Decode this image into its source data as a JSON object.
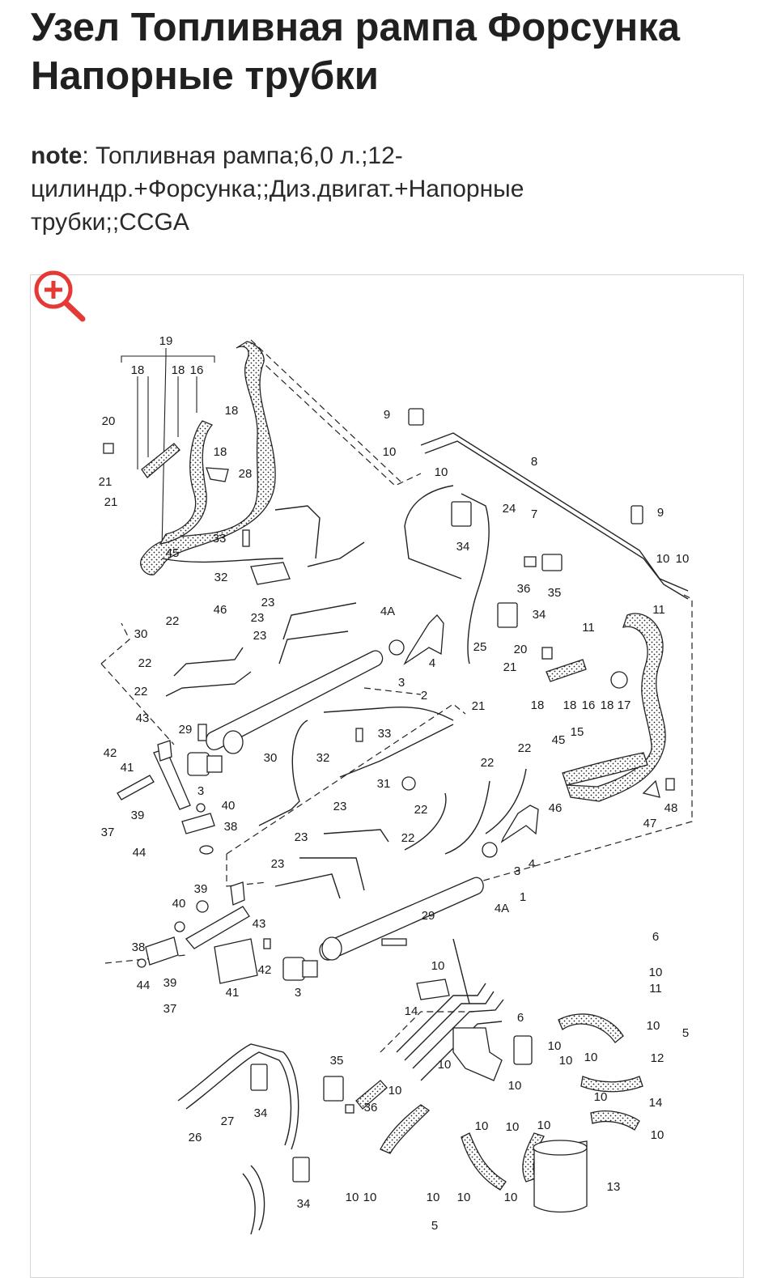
{
  "page": {
    "title": "Узел Топливная рампа Форсунка Напорные трубки",
    "note_label": "note",
    "note_text": ": Топливная рампа;6,0 л.;12-цилиндр.+Форсунка;;Диз.двигат.+Напорные трубки;;CCGA"
  },
  "zoom_icon": {
    "icon": "zoom-in-icon",
    "color": "#e53935"
  },
  "diagram": {
    "callouts": [
      {
        "t": "19"
      },
      {
        "t": "18"
      },
      {
        "t": "18"
      },
      {
        "t": "16"
      },
      {
        "t": "18"
      },
      {
        "t": "18"
      },
      {
        "t": "20"
      },
      {
        "t": "21"
      },
      {
        "t": "21"
      },
      {
        "t": "28"
      },
      {
        "t": "9"
      },
      {
        "t": "10"
      },
      {
        "t": "10"
      },
      {
        "t": "8"
      },
      {
        "t": "7"
      },
      {
        "t": "24"
      },
      {
        "t": "9"
      },
      {
        "t": "34"
      },
      {
        "t": "33"
      },
      {
        "t": "45"
      },
      {
        "t": "32"
      },
      {
        "t": "36"
      },
      {
        "t": "35"
      },
      {
        "t": "10"
      },
      {
        "t": "10"
      },
      {
        "t": "46"
      },
      {
        "t": "30"
      },
      {
        "t": "23"
      },
      {
        "t": "23"
      },
      {
        "t": "22"
      },
      {
        "t": "4A"
      },
      {
        "t": "34"
      },
      {
        "t": "11"
      },
      {
        "t": "11"
      },
      {
        "t": "23"
      },
      {
        "t": "25"
      },
      {
        "t": "20"
      },
      {
        "t": "21"
      },
      {
        "t": "22"
      },
      {
        "t": "4"
      },
      {
        "t": "3"
      },
      {
        "t": "2"
      },
      {
        "t": "22"
      },
      {
        "t": "21"
      },
      {
        "t": "18"
      },
      {
        "t": "18"
      },
      {
        "t": "16"
      },
      {
        "t": "18"
      },
      {
        "t": "17"
      },
      {
        "t": "15"
      },
      {
        "t": "43"
      },
      {
        "t": "29"
      },
      {
        "t": "33"
      },
      {
        "t": "42"
      },
      {
        "t": "41"
      },
      {
        "t": "30"
      },
      {
        "t": "32"
      },
      {
        "t": "22"
      },
      {
        "t": "45"
      },
      {
        "t": "22"
      },
      {
        "t": "3"
      },
      {
        "t": "31"
      },
      {
        "t": "46"
      },
      {
        "t": "48"
      },
      {
        "t": "40"
      },
      {
        "t": "39"
      },
      {
        "t": "38"
      },
      {
        "t": "37"
      },
      {
        "t": "44"
      },
      {
        "t": "23"
      },
      {
        "t": "22"
      },
      {
        "t": "47"
      },
      {
        "t": "23"
      },
      {
        "t": "22"
      },
      {
        "t": "23"
      },
      {
        "t": "3"
      },
      {
        "t": "4"
      },
      {
        "t": "39"
      },
      {
        "t": "40"
      },
      {
        "t": "43"
      },
      {
        "t": "4A"
      },
      {
        "t": "1"
      },
      {
        "t": "29"
      },
      {
        "t": "38"
      },
      {
        "t": "42"
      },
      {
        "t": "6"
      },
      {
        "t": "10"
      },
      {
        "t": "44"
      },
      {
        "t": "39"
      },
      {
        "t": "41"
      },
      {
        "t": "3"
      },
      {
        "t": "10"
      },
      {
        "t": "11"
      },
      {
        "t": "37"
      },
      {
        "t": "14"
      },
      {
        "t": "6"
      },
      {
        "t": "10"
      },
      {
        "t": "5"
      },
      {
        "t": "10"
      },
      {
        "t": "10"
      },
      {
        "t": "12"
      },
      {
        "t": "35"
      },
      {
        "t": "10"
      },
      {
        "t": "10"
      },
      {
        "t": "14"
      },
      {
        "t": "10"
      },
      {
        "t": "36"
      },
      {
        "t": "26"
      },
      {
        "t": "27"
      },
      {
        "t": "34"
      },
      {
        "t": "10"
      },
      {
        "t": "10"
      },
      {
        "t": "10"
      },
      {
        "t": "10"
      },
      {
        "t": "10"
      },
      {
        "t": "10"
      },
      {
        "t": "13"
      },
      {
        "t": "34"
      },
      {
        "t": "10"
      },
      {
        "t": "10"
      },
      {
        "t": "10"
      },
      {
        "t": "10"
      },
      {
        "t": "10"
      },
      {
        "t": "5"
      }
    ]
  }
}
